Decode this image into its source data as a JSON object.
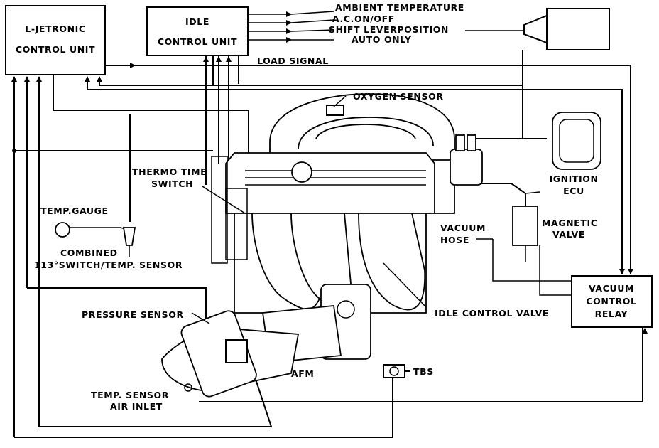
{
  "labels": {
    "l_jetronic_line1": "L-JETRONIC",
    "l_jetronic_line2": "CONTROL UNIT",
    "idle_line1": "IDLE",
    "idle_line2": "CONTROL UNIT",
    "ambient_temperature": "AMBIENT TEMPERATURE",
    "ac_onoff": "A.C.ON/OFF",
    "shift_lever_position": "SHIFT LEVERPOSITION",
    "auto_only": "AUTO ONLY",
    "load_signal": "LOAD SIGNAL",
    "oxygen_sensor": "OXYGEN SENSOR",
    "ignition_line1": "IGNITION",
    "ignition_line2": "ECU",
    "thermo_line1": "THERMO TIME",
    "thermo_line2": "SWITCH",
    "temp_gauge": "TEMP.GAUGE",
    "combined_line1": "COMBINED",
    "combined_line2": "113°SWITCH/TEMP. SENSOR",
    "vacuum_hose_line1": "VACUUM",
    "vacuum_hose_line2": "HOSE",
    "magnetic_line1": "MAGNETIC",
    "magnetic_line2": "VALVE",
    "vacuum_relay_line1": "VACUUM",
    "vacuum_relay_line2": "CONTROL",
    "vacuum_relay_line3": "RELAY",
    "pressure_sensor": "PRESSURE SENSOR",
    "idle_control_valve": "IDLE CONTROL VALVE",
    "afm": "AFM",
    "tbs": "TBS",
    "temp_sensor_line1": "TEMP. SENSOR",
    "temp_sensor_line2": "AIR INLET"
  }
}
